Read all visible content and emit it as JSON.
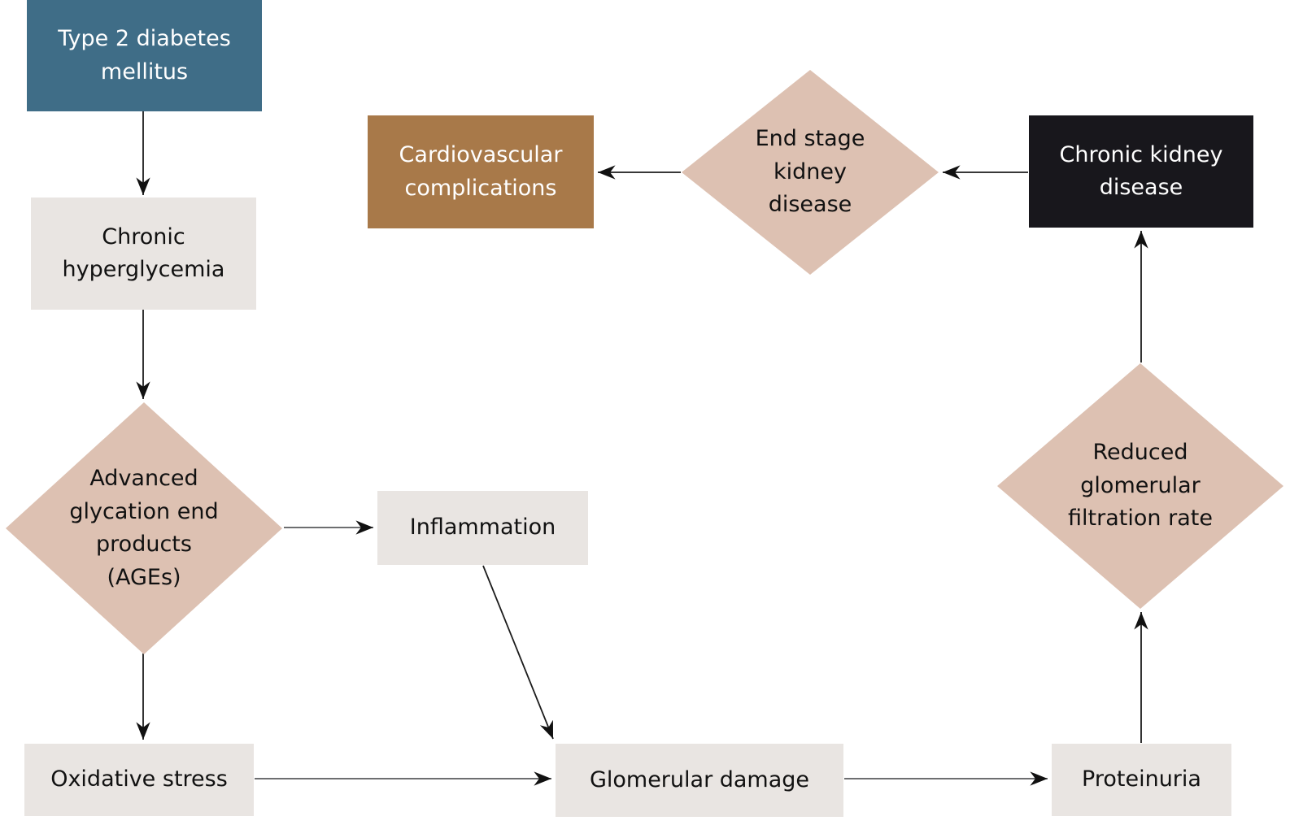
{
  "diagram": {
    "description": "Flowchart of progression from type 2 diabetes mellitus to kidney and cardiovascular complications",
    "background": "#ffffff",
    "palette": {
      "teal": "#3f6d87",
      "light_gray": "#e9e5e2",
      "dusty_pink": "#ddc1b2",
      "black": "#18171c",
      "brown": "#a87949",
      "edge_gray": "#58595b",
      "edge_dark": "#1c1c1c",
      "arrowhead": "#111111",
      "text_dark": "#111111",
      "text_light": "#ffffff"
    },
    "nodes": [
      {
        "id": "t2dm",
        "label": "Type 2 diabetes mellitus",
        "shape": "rect",
        "fill": "#3f6d87",
        "text_color": "#ffffff"
      },
      {
        "id": "chronic-hyperglycemia",
        "label": "Chronic hyperglycemia",
        "shape": "rect",
        "fill": "#e9e5e2",
        "text_color": "#111111"
      },
      {
        "id": "ages",
        "label": "Advanced glycation end products (AGEs)",
        "shape": "diamond",
        "fill": "#ddc1b2",
        "text_color": "#111111"
      },
      {
        "id": "inflammation",
        "label": "Inflammation",
        "shape": "rect",
        "fill": "#e9e5e2",
        "text_color": "#111111"
      },
      {
        "id": "oxidative-stress",
        "label": "Oxidative stress",
        "shape": "rect",
        "fill": "#e9e5e2",
        "text_color": "#111111"
      },
      {
        "id": "glomerular-damage",
        "label": "Glomerular damage",
        "shape": "rect",
        "fill": "#e9e5e2",
        "text_color": "#111111"
      },
      {
        "id": "proteinuria",
        "label": "Proteinuria",
        "shape": "rect",
        "fill": "#e9e5e2",
        "text_color": "#111111"
      },
      {
        "id": "reduced-gfr",
        "label": "Reduced glomerular filtration rate",
        "shape": "diamond",
        "fill": "#ddc1b2",
        "text_color": "#111111"
      },
      {
        "id": "chronic-kidney-disease",
        "label": "Chronic kidney disease",
        "shape": "rect",
        "fill": "#18171c",
        "text_color": "#ffffff"
      },
      {
        "id": "end-stage-kidney-disease",
        "label": "End stage kidney disease",
        "shape": "diamond",
        "fill": "#ddc1b2",
        "text_color": "#111111"
      },
      {
        "id": "cardiovascular-complications",
        "label": "Cardiovascular complications",
        "shape": "rect",
        "fill": "#a87949",
        "text_color": "#ffffff"
      }
    ],
    "edges": [
      {
        "from": "t2dm",
        "to": "chronic-hyperglycemia"
      },
      {
        "from": "chronic-hyperglycemia",
        "to": "ages"
      },
      {
        "from": "ages",
        "to": "inflammation"
      },
      {
        "from": "ages",
        "to": "oxidative-stress"
      },
      {
        "from": "inflammation",
        "to": "glomerular-damage"
      },
      {
        "from": "oxidative-stress",
        "to": "glomerular-damage"
      },
      {
        "from": "glomerular-damage",
        "to": "proteinuria"
      },
      {
        "from": "proteinuria",
        "to": "reduced-gfr"
      },
      {
        "from": "reduced-gfr",
        "to": "chronic-kidney-disease"
      },
      {
        "from": "chronic-kidney-disease",
        "to": "end-stage-kidney-disease"
      },
      {
        "from": "end-stage-kidney-disease",
        "to": "cardiovascular-complications"
      }
    ]
  }
}
